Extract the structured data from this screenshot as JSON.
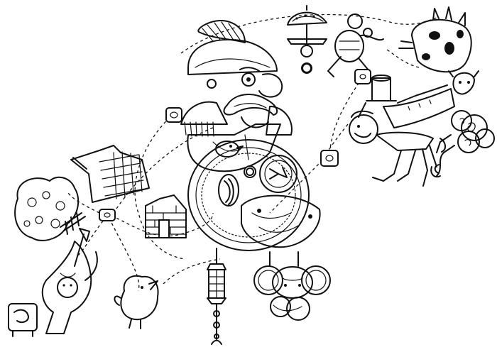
{
  "illustration": {
    "style": "black ink line drawing on white",
    "colors": {
      "ink": "#111111",
      "paper": "#ffffff"
    },
    "figures": [
      "helmeted-general",
      "oval-platter",
      "bird-on-umbrella-stand",
      "monkey-child",
      "cow",
      "man-with-top-hat",
      "rose-bouquet",
      "skyscraper",
      "brick-house",
      "rose-bush",
      "woman-with-shovel",
      "toaster",
      "chick",
      "lantern-pole",
      "curly-ham-head"
    ],
    "connectors": "dashed-lines",
    "gems": 6
  }
}
